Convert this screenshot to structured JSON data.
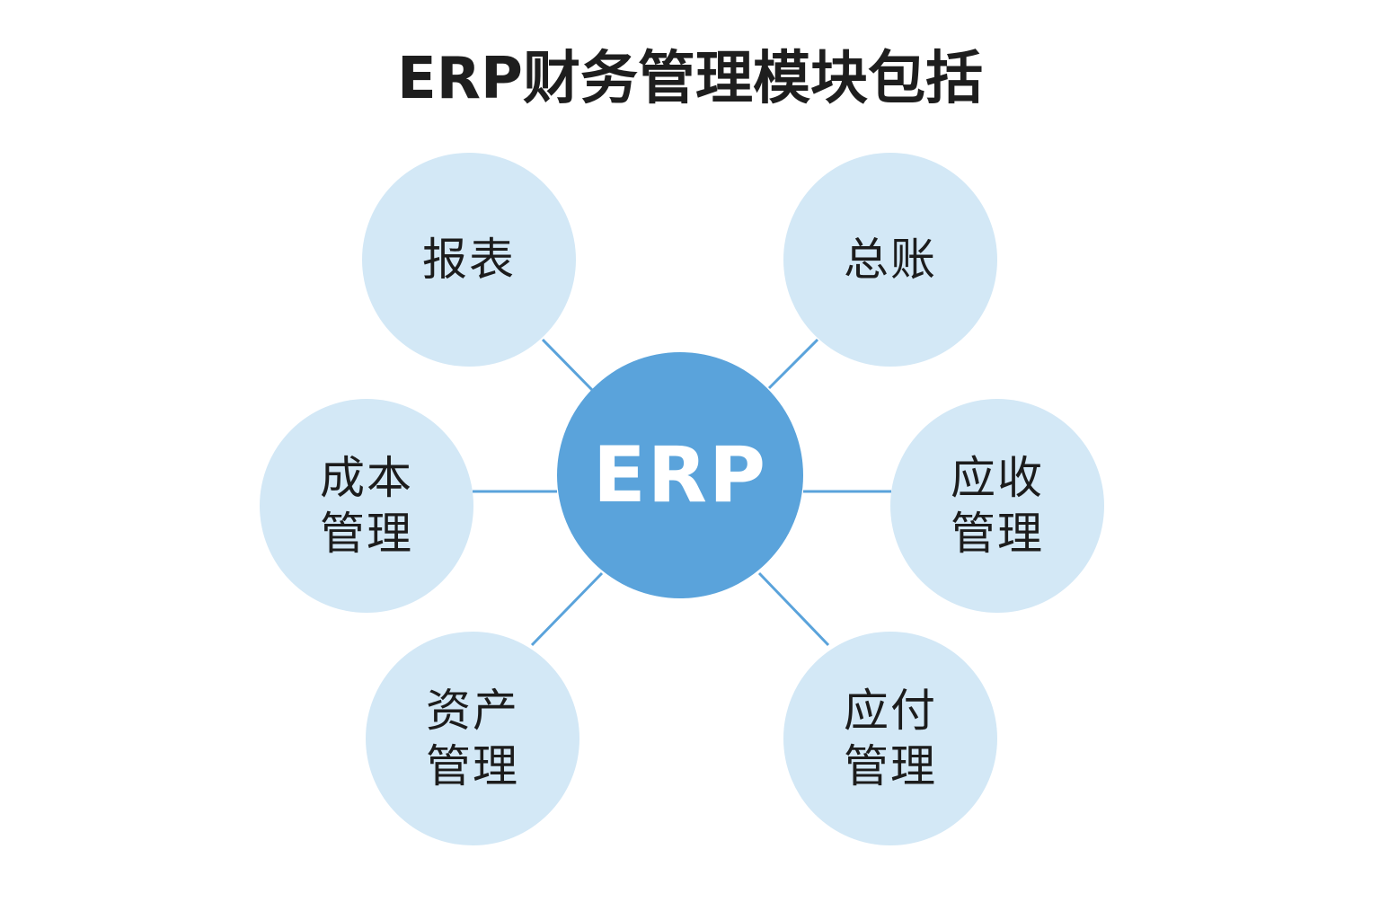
{
  "title": "ERP财务管理模块包括",
  "center": {
    "label": "ERP"
  },
  "colors": {
    "center_fill": "#5aa3db",
    "node_fill": "#d3e8f6",
    "connector": "#5aa3db",
    "title_text": "#1e1e1e"
  },
  "nodes": {
    "report": {
      "line1": "报表",
      "line2": ""
    },
    "general_ledger": {
      "line1": "总账",
      "line2": ""
    },
    "cost": {
      "line1": "成本",
      "line2": "管理"
    },
    "receivable": {
      "line1": "应收",
      "line2": "管理"
    },
    "asset": {
      "line1": "资产",
      "line2": "管理"
    },
    "payable": {
      "line1": "应付",
      "line2": "管理"
    }
  }
}
